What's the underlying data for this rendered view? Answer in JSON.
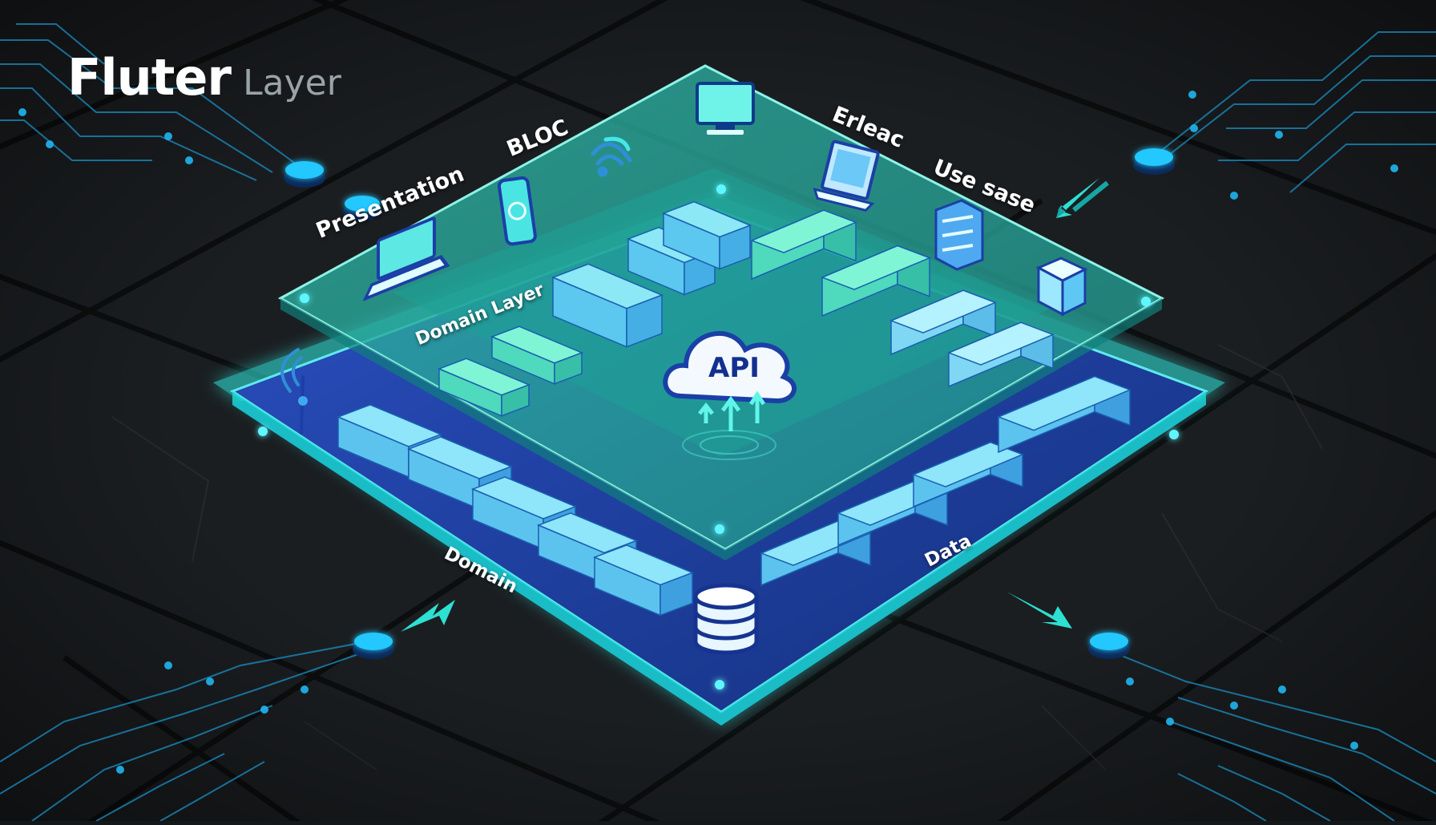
{
  "title": {
    "main": "Fluter",
    "sub": "Layer"
  },
  "labels": {
    "presentation": "Presentation",
    "bloc": "BLOC",
    "erleac": "Erleac",
    "use_sase": "Use sase",
    "domain_layer": "Domain Layer",
    "domain": "Domain",
    "data": "Data",
    "api": "API"
  },
  "icons": [
    "monitor-icon",
    "laptop-icon",
    "phone-icon",
    "wifi-icon",
    "desktop-icon",
    "server-icon",
    "cube-icon",
    "cloud-icon",
    "database-icon",
    "antenna-icon"
  ],
  "colors": {
    "background": "#15181b",
    "accent_cyan": "#33f0e6",
    "upper_plate": "#2fb3a6",
    "lower_plate": "#1c3b9a",
    "block": "#6fd0ee",
    "node": "#22c8ff"
  }
}
